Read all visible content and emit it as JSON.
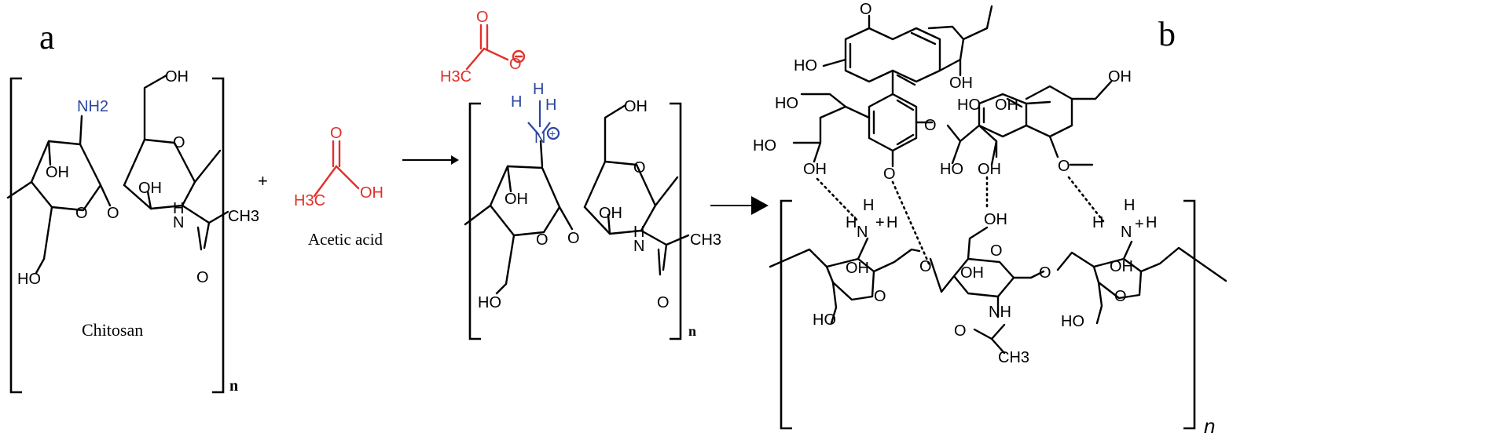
{
  "figure": {
    "panel_labels": {
      "a": "a",
      "b": "b"
    },
    "captions": {
      "chitosan": "Chitosan",
      "acetic_acid": "Acetic acid"
    },
    "plus_sign": "+",
    "repeat_n": "n",
    "repeat_n_italic": "n",
    "colors": {
      "acid": "#e0312a",
      "amine": "#2a46a0",
      "bond": "#000000"
    },
    "chitosan_atoms": {
      "nh2": "NH2",
      "oh_top": "OH",
      "oh_ring": "OH",
      "oh_ring2": "OH",
      "o_ring1": "O",
      "o_link": "O",
      "o_ring2": "O",
      "nh": "N",
      "h": "H",
      "ch3": "CH3",
      "o_carbonyl": "O",
      "ho_bottom": "HO"
    },
    "acetic_atoms": {
      "o": "O",
      "oh": "OH",
      "h3c": "H3C"
    },
    "acetate_atoms": {
      "o": "O",
      "o_minus": "O",
      "h3c": "H3C"
    },
    "ammonium_atoms": {
      "n": "N",
      "h1": "H",
      "h2": "H",
      "h3": "H",
      "plus": "+"
    },
    "lignin_atoms": {
      "ho1": "HO",
      "ho2": "HO",
      "oh1": "OH",
      "ho3": "HO",
      "ho4": "HO",
      "oh2": "OH",
      "o_ether": "O",
      "ho5": "HO",
      "oh3": "OH",
      "ho6": "HO",
      "oh4": "OH",
      "oh5": "OH",
      "o_me1": "O",
      "o_me2": "O",
      "o_me3": "O"
    },
    "complex_atoms": {
      "h_left": "H",
      "nh3_left": "N",
      "h_right": "H",
      "nh3_right": "N",
      "oh_mid": "OH",
      "o_link1": "O",
      "o_link2": "O",
      "nh_mid": "NH",
      "ch3": "CH3",
      "o_carbonyl": "O",
      "ho_left": "HO",
      "ho_right": "HO",
      "oh_l": "OH",
      "oh_m": "OH",
      "oh_r": "OH",
      "o_r1": "O",
      "o_r2": "O",
      "o_r3": "O"
    }
  }
}
